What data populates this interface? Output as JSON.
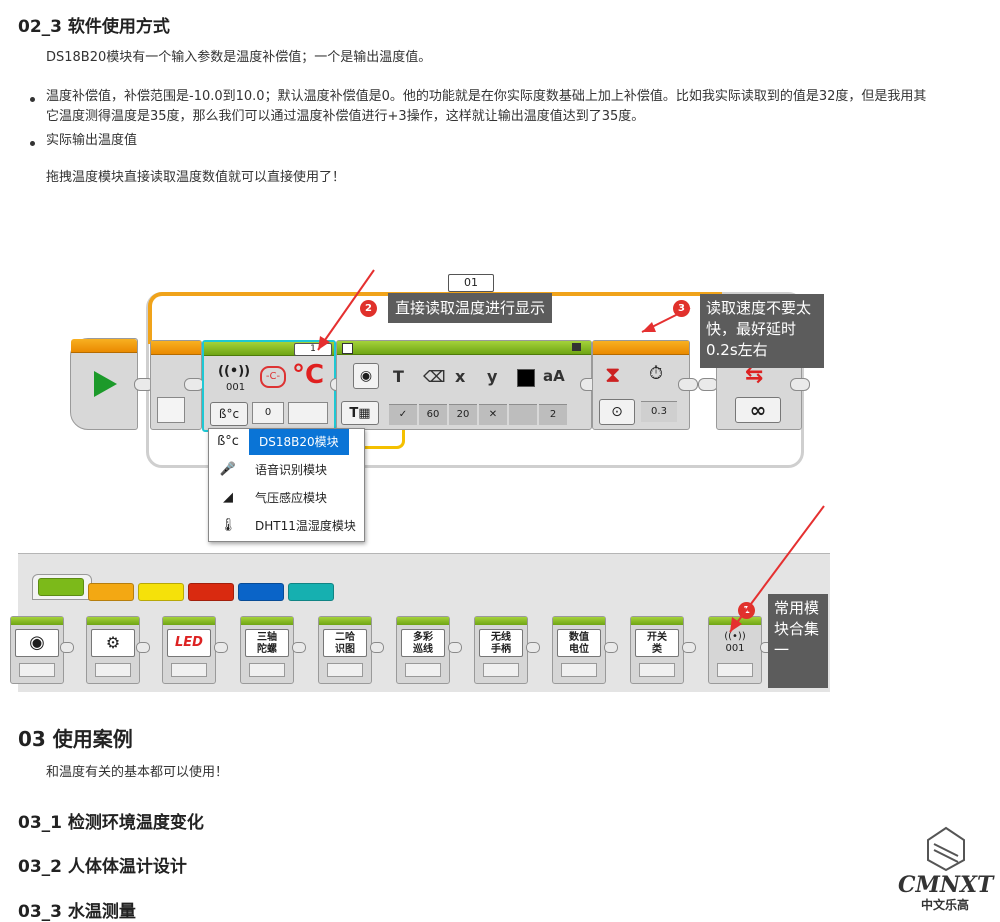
{
  "doc": {
    "heading_02_3": "02_3 软件使用方式",
    "intro": "DS18B20模块有一个输入参数是温度补偿值；一个是输出温度值。",
    "bullets": [
      "温度补偿值，补偿范围是-10.0到10.0；默认温度补偿值是0。他的功能就是在你实际度数基础上加上补偿值。比如我实际读取到的值是32度，但是我用其",
      "它温度测得温度是35度，那么我们可以通过温度补偿值进行+3操作，这样就让输出温度值达到了35度。",
      "实际输出温度值"
    ],
    "drag_note": "拖拽温度模块直接读取温度数值就可以直接使用了！",
    "heading_03": "03 使用案例",
    "p_03": "和温度有关的基本都可以使用！",
    "heading_03_1": "03_1 检测环境温度变化",
    "heading_03_2": "03_2 人体体温计设计",
    "heading_03_3": "03_3 水温测量"
  },
  "diagram": {
    "loop_counter": "01",
    "sensor_block": {
      "index": "1",
      "icon_text": "001",
      "unit_glyph": "°C",
      "offset_value": "0",
      "mode_glyph": "ß°c"
    },
    "display_block": {
      "params": [
        "60",
        "20",
        "2"
      ],
      "tool_glyphs": [
        "T",
        "x",
        "y",
        "aA"
      ]
    },
    "wait_block": {
      "value": "0.3"
    },
    "loop_end": {
      "glyph": "∞"
    },
    "menu_items": [
      {
        "icon": "ß°c",
        "label": "DS18B20模块"
      },
      {
        "icon": "🎤",
        "label": "语音识别模块"
      },
      {
        "icon": "◢",
        "label": "气压感应模块"
      },
      {
        "icon": "🌡",
        "label": "DHT11温湿度模块"
      }
    ],
    "callouts": [
      {
        "badge": "2",
        "text": "直接读取温度进行显示"
      },
      {
        "badge": "3",
        "text": "读取速度不要太快，最好延时0.2s左右"
      },
      {
        "badge": "1",
        "text": "常用模块合集一"
      }
    ],
    "colors": {
      "accent_orange": "#ea8a00",
      "accent_green": "#6fa514",
      "selection_blue": "#0a74d6",
      "badge_red": "#e0312b",
      "callout_bg": "#5c5c5c",
      "wire_yellow": "#f4c000"
    }
  },
  "palette": {
    "tab_colors": [
      "#7cba1a",
      "#f3a813",
      "#f5e10a",
      "#d92a10",
      "#0a64c8",
      "#16b0b0"
    ],
    "blocks": [
      {
        "label": "◉"
      },
      {
        "label": "⚙"
      },
      {
        "label": "LED"
      },
      {
        "label": "三轴\n陀螺"
      },
      {
        "label": "二哈\n识图"
      },
      {
        "label": "多彩\n巡线"
      },
      {
        "label": "无线\n手柄"
      },
      {
        "label": "数值\n电位"
      },
      {
        "label": "开关\n类"
      },
      {
        "label": "((•))\n001"
      }
    ]
  },
  "watermark": {
    "title": "CMNXT",
    "subtitle": "中文乐高"
  }
}
